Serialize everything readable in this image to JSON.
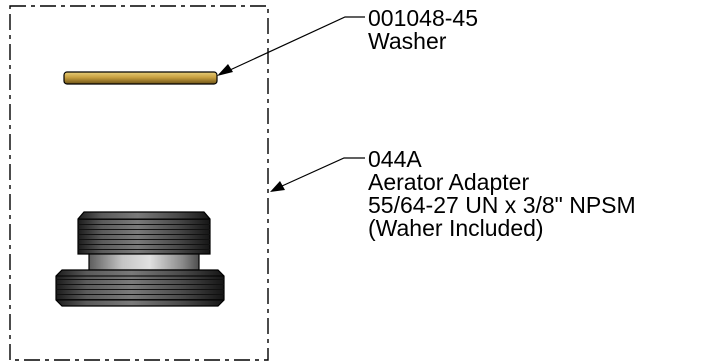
{
  "callouts": [
    {
      "part_number": "001048-45",
      "description_lines": [
        "Washer"
      ]
    },
    {
      "part_number": "044A",
      "description_lines": [
        "Aerator Adapter",
        "55/64-27 UN x 3/8\" NPSM",
        "(Waher Included)"
      ]
    }
  ],
  "colors": {
    "line": "#000000",
    "washer_fill": "#c8a040",
    "adapter_fill": "#4a4a4a",
    "adapter_neck": "#9a9a9a",
    "background": "#ffffff"
  },
  "icons": [
    "washer-part",
    "aerator-adapter-part"
  ]
}
